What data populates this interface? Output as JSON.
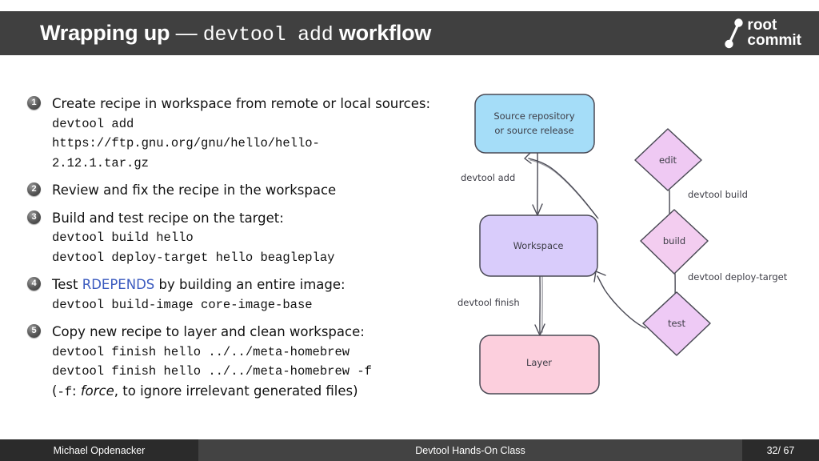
{
  "header": {
    "title_prefix": "Wrapping up ",
    "title_dash": "— ",
    "title_mono": "devtool add",
    "title_suffix": " workflow",
    "logo": {
      "icon": "root-commit-logo-icon",
      "line1": "root",
      "line2": "commit"
    },
    "bar_color": "#404040"
  },
  "content": {
    "items": [
      {
        "number": "1",
        "text": "Create recipe in workspace from remote or local sources:",
        "code": [
          "devtool add",
          "https://ftp.gnu.org/gnu/hello/hello-",
          "2.12.1.tar.gz"
        ]
      },
      {
        "number": "2",
        "text": "Review and fix the recipe in the workspace",
        "code": []
      },
      {
        "number": "3",
        "text": "Build and test recipe on the target:",
        "code": [
          "devtool build hello",
          "devtool deploy-target hello beagleplay"
        ]
      },
      {
        "number": "4",
        "text_before": "Test ",
        "keyword": "RDEPENDS",
        "text_after": " by building an entire image:",
        "code": [
          "devtool build-image core-image-base"
        ]
      },
      {
        "number": "5",
        "text": "Copy new recipe to layer and clean workspace:",
        "code": [
          "devtool finish hello ../../meta-homebrew",
          "devtool finish hello ../../meta-homebrew -f"
        ],
        "note_open": "(",
        "note_flag": "-f",
        "note_mid": ": ",
        "note_italic": "force",
        "note_end": ", to ignore irrelevant generated files)"
      }
    ],
    "keyword_color": "#3b5bbf"
  },
  "diagram": {
    "nodes": [
      {
        "id": "source",
        "label_line1": "Source repository",
        "label_line2": "or source release",
        "shape": "rounded-rect",
        "fill": "#a5ddf8"
      },
      {
        "id": "workspace",
        "label_line1": "Workspace",
        "shape": "rounded-rect",
        "fill": "#d9ccfb"
      },
      {
        "id": "layer",
        "label_line1": "Layer",
        "shape": "rounded-rect",
        "fill": "#fccfdd"
      },
      {
        "id": "edit",
        "label_line1": "edit",
        "shape": "diamond",
        "fill": "#efc9f3"
      },
      {
        "id": "build",
        "label_line1": "build",
        "shape": "diamond",
        "fill": "#f3cdf0"
      },
      {
        "id": "test",
        "label_line1": "test",
        "shape": "diamond",
        "fill": "#eecaf5"
      }
    ],
    "edge_labels": {
      "add": "devtool add",
      "build": "devtool build",
      "deploy": "devtool deploy-target",
      "finish": "devtool finish"
    },
    "stroke_color": "#4a4a55"
  },
  "footer": {
    "author": "Michael Opdenacker",
    "event": "Devtool Hands-On Class",
    "page": "32/ 67"
  }
}
